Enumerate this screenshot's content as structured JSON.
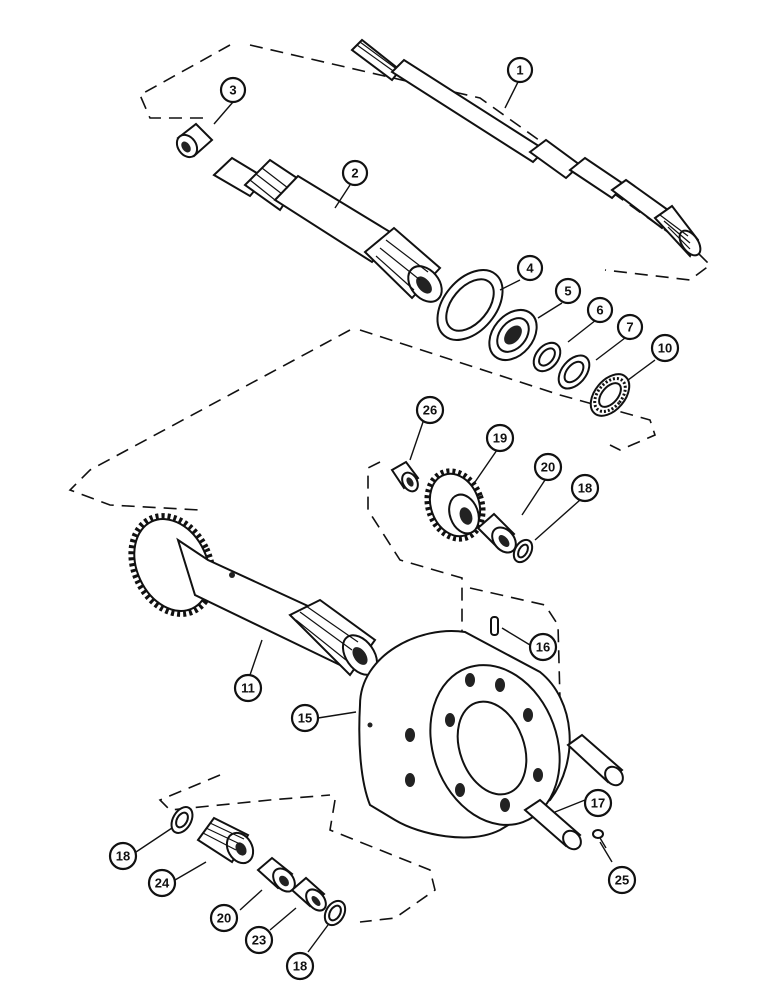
{
  "figure": {
    "type": "exploded-parts-diagram",
    "callouts": [
      {
        "id": "c1",
        "label": "1"
      },
      {
        "id": "c2",
        "label": "2"
      },
      {
        "id": "c3",
        "label": "3"
      },
      {
        "id": "c4",
        "label": "4"
      },
      {
        "id": "c5",
        "label": "5"
      },
      {
        "id": "c6",
        "label": "6"
      },
      {
        "id": "c7",
        "label": "7"
      },
      {
        "id": "c10",
        "label": "10"
      },
      {
        "id": "c26",
        "label": "26"
      },
      {
        "id": "c19",
        "label": "19"
      },
      {
        "id": "c20a",
        "label": "20"
      },
      {
        "id": "c18a",
        "label": "18"
      },
      {
        "id": "c16",
        "label": "16"
      },
      {
        "id": "c11",
        "label": "11"
      },
      {
        "id": "c15",
        "label": "15"
      },
      {
        "id": "c17",
        "label": "17"
      },
      {
        "id": "c25",
        "label": "25"
      },
      {
        "id": "c18b",
        "label": "18"
      },
      {
        "id": "c24",
        "label": "24"
      },
      {
        "id": "c20b",
        "label": "20"
      },
      {
        "id": "c23",
        "label": "23"
      },
      {
        "id": "c18c",
        "label": "18"
      }
    ]
  }
}
